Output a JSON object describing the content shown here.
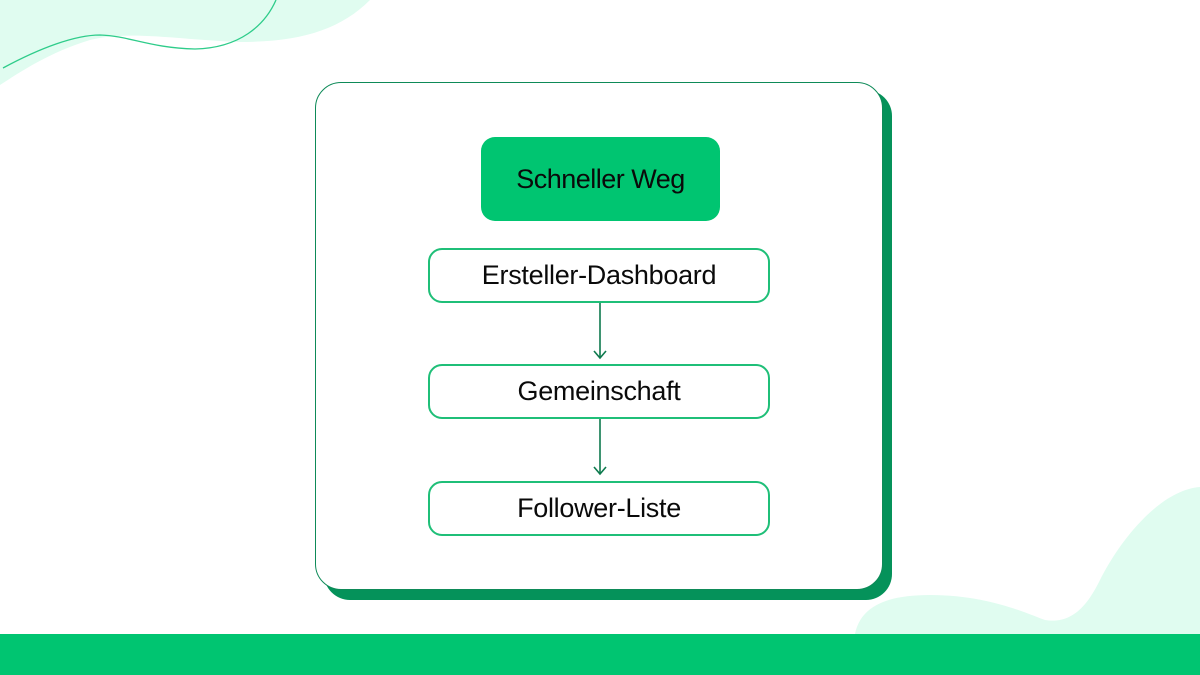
{
  "diagram": {
    "title": "Schneller Weg",
    "steps": [
      {
        "label": "Ersteller-Dashboard"
      },
      {
        "label": "Gemeinschaft"
      },
      {
        "label": "Follower-Liste"
      }
    ],
    "connectors": [
      "arrow-down",
      "arrow-down"
    ]
  },
  "colors": {
    "accent": "#00c571",
    "dark_accent": "#05925a",
    "step_border": "#1fbf78",
    "blob": "#e0fcf0",
    "text": "#0a0a0a"
  }
}
